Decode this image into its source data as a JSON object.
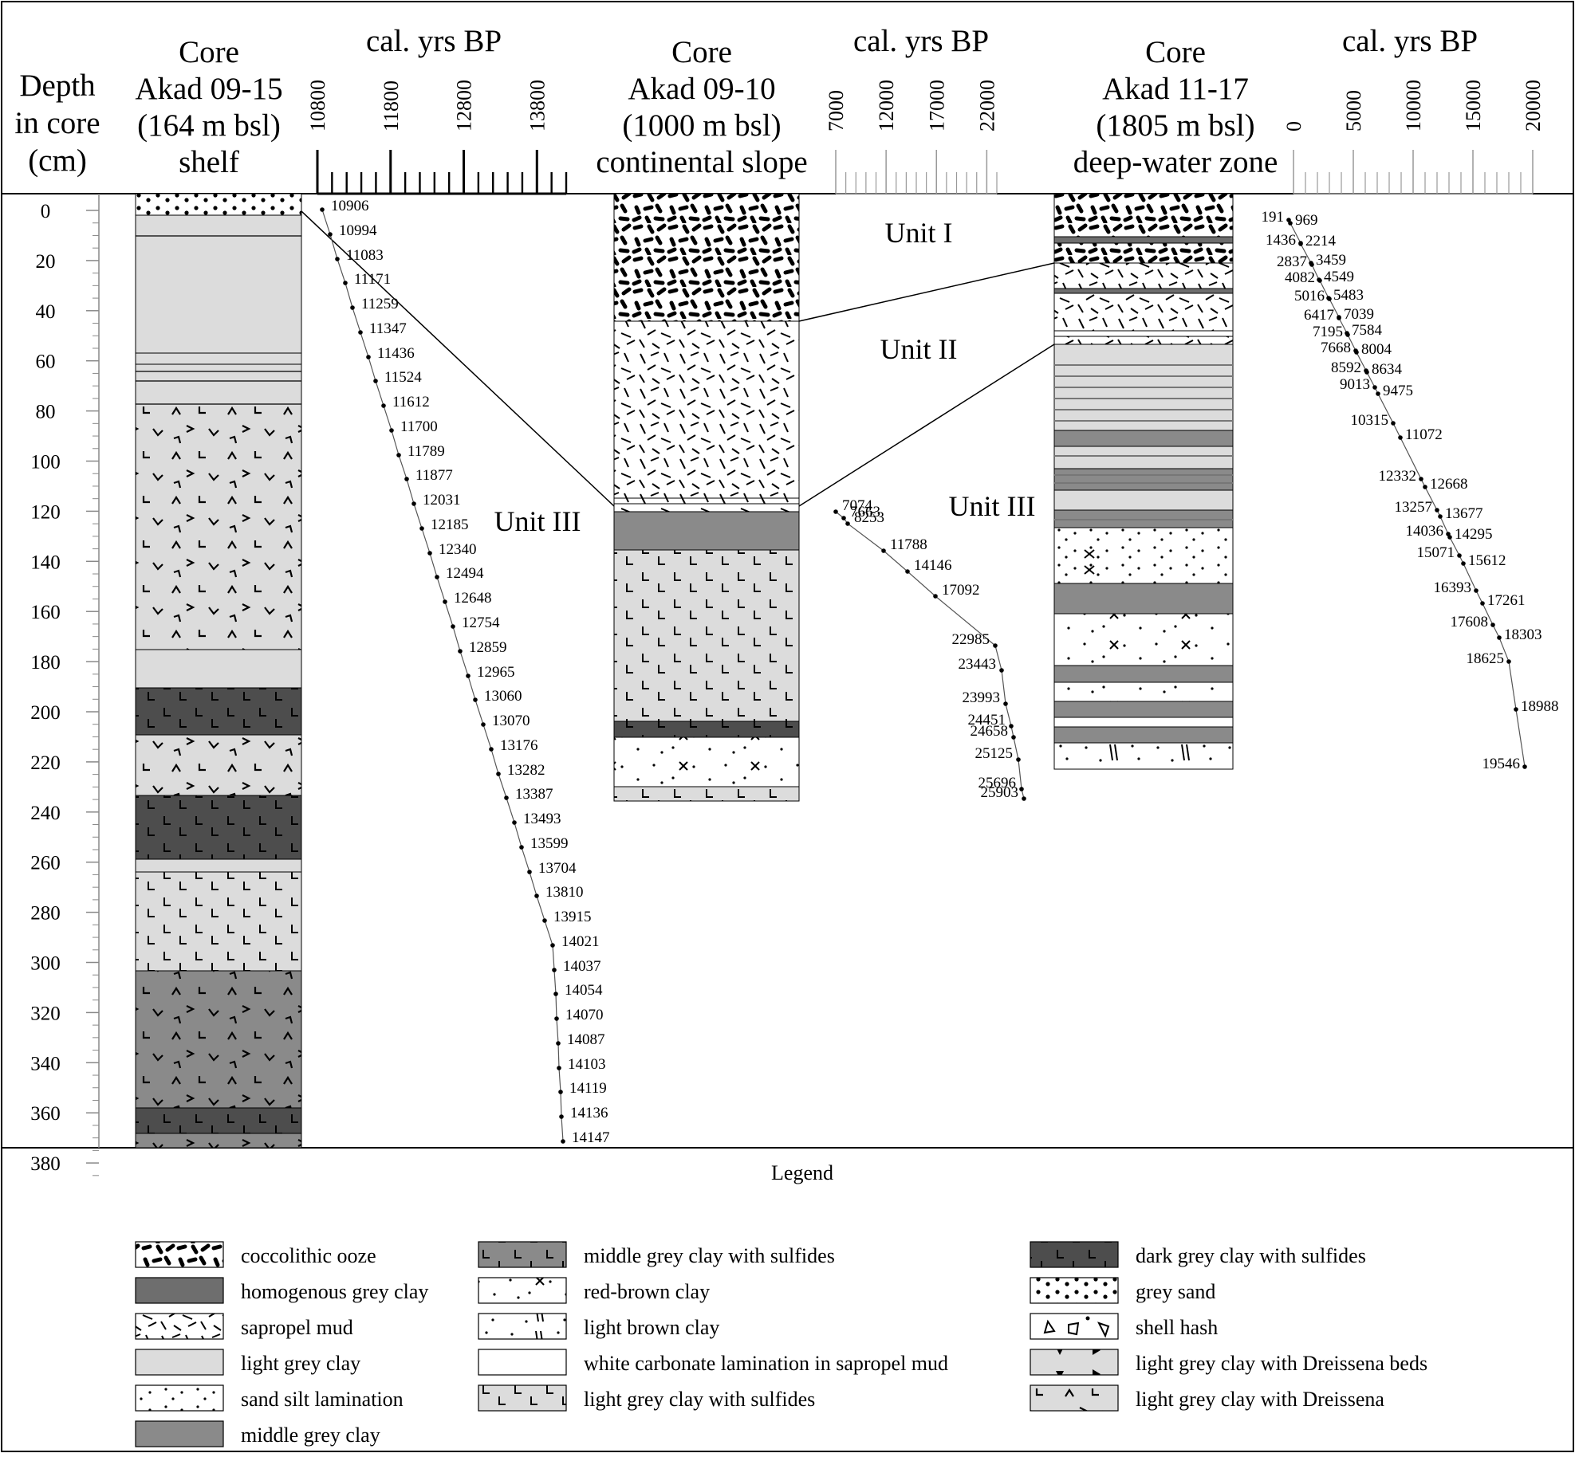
{
  "header": {
    "depth_title": [
      "Depth",
      "in core",
      "(cm)"
    ],
    "axis_title": "cal. yrs BP"
  },
  "cores": [
    {
      "id": "c1",
      "title": [
        "Core",
        "Akad 09-15",
        "(164 m bsl)",
        "shelf"
      ]
    },
    {
      "id": "c2",
      "title": [
        "Core",
        "Akad 09-10",
        "(1000 m bsl)",
        "continental slope"
      ]
    },
    {
      "id": "c3",
      "title": [
        "Core",
        "Akad 11-17",
        "(1805 m bsl)",
        "deep-water zone"
      ]
    }
  ],
  "age_axes": [
    {
      "id": "a1",
      "ticks": [
        "10800",
        "11800",
        "12800",
        "13800"
      ]
    },
    {
      "id": "a2",
      "ticks": [
        "7000",
        "12000",
        "17000",
        "22000"
      ]
    },
    {
      "id": "a3",
      "ticks": [
        "0",
        "5000",
        "10000",
        "15000",
        "20000"
      ]
    }
  ],
  "depth_ticks": [
    "0",
    "20",
    "40",
    "60",
    "80",
    "100",
    "120",
    "140",
    "160",
    "180",
    "200",
    "220",
    "240",
    "260",
    "280",
    "300",
    "320",
    "340",
    "360",
    "380"
  ],
  "units": {
    "unit_1": "Unit I",
    "unit_2": "Unit II",
    "unit_3": "Unit III"
  },
  "age_models": {
    "core1": [
      "10906",
      "10994",
      "11083",
      "11171",
      "11259",
      "11347",
      "11436",
      "11524",
      "11612",
      "11700",
      "11789",
      "11877",
      "12031",
      "12185",
      "12340",
      "12494",
      "12648",
      "12754",
      "12859",
      "12965",
      "13060",
      "13070",
      "13176",
      "13282",
      "13387",
      "13493",
      "13599",
      "13704",
      "13810",
      "13915",
      "14021",
      "14037",
      "14054",
      "14070",
      "14087",
      "14103",
      "14119",
      "14136",
      "14147"
    ],
    "core2": [
      "7074",
      "7663",
      "8253",
      "11788",
      "14146",
      "17092",
      "22985",
      "23443",
      "23993",
      "24451",
      "24658",
      "25125",
      "25696",
      "25903"
    ],
    "core3_left": [
      "191",
      "1436",
      "2837",
      "4082",
      "5016",
      "6417",
      "7195",
      "7668",
      "8592",
      "9013",
      "10315",
      "12332",
      "13257",
      "14036",
      "15071",
      "16393",
      "17608",
      "18625",
      "19546"
    ],
    "core3_right": [
      "969",
      "2214",
      "3459",
      "4549",
      "5483",
      "7039",
      "7584",
      "8004",
      "8634",
      "9475",
      "11072",
      "12668",
      "13677",
      "14295",
      "15612",
      "17261",
      "18303",
      "18988"
    ]
  },
  "legend": {
    "title": "Legend",
    "items": [
      {
        "pattern": "coccolithic-ooze",
        "label": "coccolithic ooze"
      },
      {
        "pattern": "homogenous-grey-clay",
        "label": "homogenous grey clay"
      },
      {
        "pattern": "sapropel-mud",
        "label": "sapropel mud"
      },
      {
        "pattern": "light-grey-clay",
        "label": "light grey clay"
      },
      {
        "pattern": "sand-silt-lamination",
        "label": "sand silt lamination"
      },
      {
        "pattern": "middle-grey-clay",
        "label": "middle grey clay"
      },
      {
        "pattern": "middle-grey-clay-sulfides",
        "label": "middle grey clay with sulfides"
      },
      {
        "pattern": "red-brown-clay",
        "label": "red-brown clay"
      },
      {
        "pattern": "light-brown-clay",
        "label": "light brown clay"
      },
      {
        "pattern": "white-carbonate-lamination",
        "label": "white carbonate lamination in sapropel mud"
      },
      {
        "pattern": "light-grey-clay-sulfides",
        "label": "light grey clay with sulfides"
      },
      {
        "pattern": "dark-grey-clay-sulfides",
        "label": "dark grey clay with sulfides"
      },
      {
        "pattern": "grey-sand",
        "label": "grey sand"
      },
      {
        "pattern": "shell-hash",
        "label": "shell hash"
      },
      {
        "pattern": "light-grey-clay-dreissena-beds",
        "label": "light grey clay with Dreissena beds"
      },
      {
        "pattern": "light-grey-clay-dreissena",
        "label": "light grey clay with Dreissena"
      }
    ]
  },
  "colors": {
    "light_grey": "#dcdcdc",
    "middle_grey": "#8a8a8a",
    "homogenous_grey": "#6e6e6e",
    "dark_grey": "#4d4d4d"
  }
}
